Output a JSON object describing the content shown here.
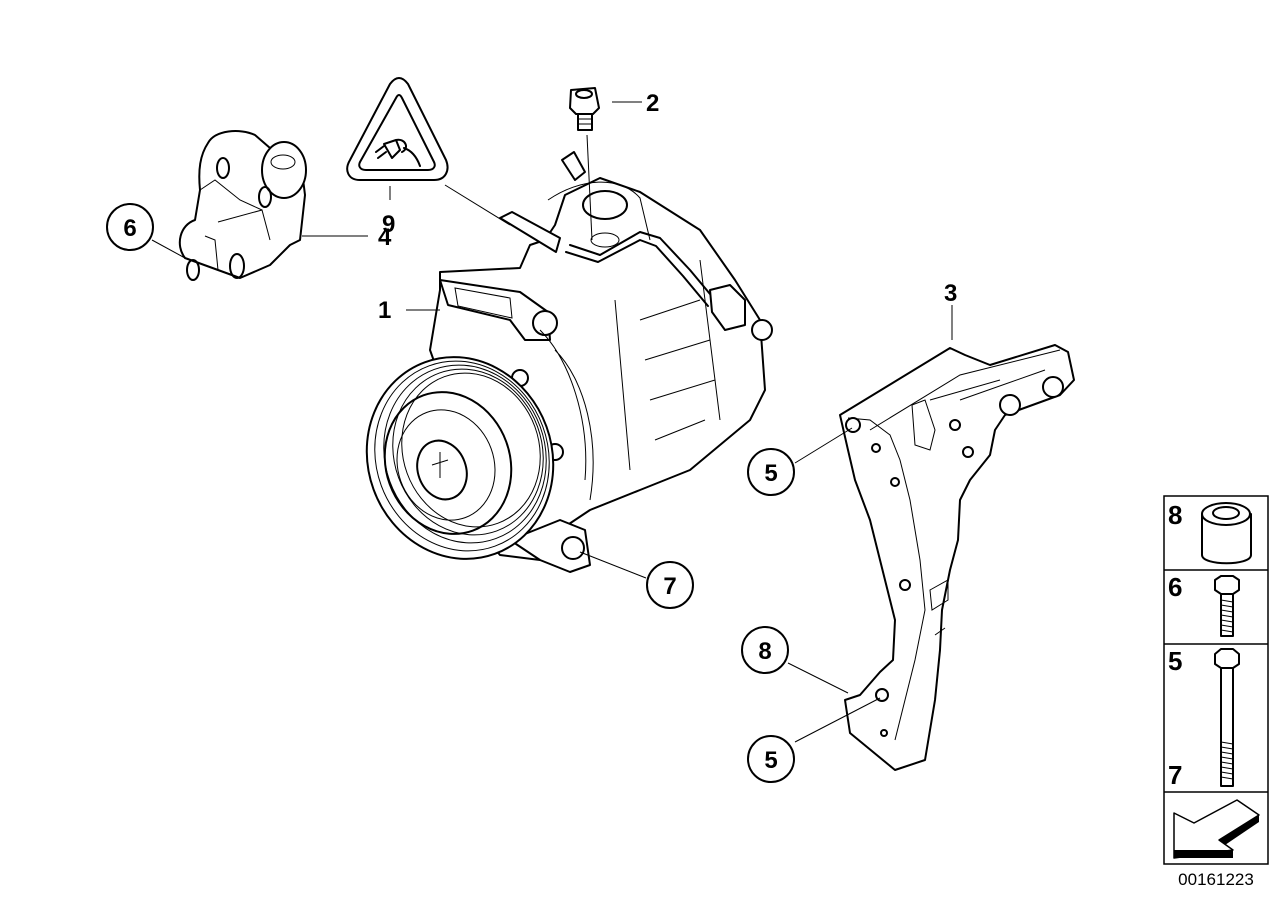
{
  "diagram": {
    "title": "A/C compressor with mounting parts",
    "drawing_number": "00161223",
    "callouts": [
      {
        "id": "c1",
        "label": "1",
        "style": "plain",
        "part": "compressor"
      },
      {
        "id": "c2",
        "label": "2",
        "style": "plain",
        "part": "valve-fitting"
      },
      {
        "id": "c3",
        "label": "3",
        "style": "plain",
        "part": "bracket"
      },
      {
        "id": "c4",
        "label": "4",
        "style": "plain",
        "part": "holder"
      },
      {
        "id": "c5a",
        "label": "5",
        "style": "circled",
        "part": "bracket-upper-hole"
      },
      {
        "id": "c5b",
        "label": "5",
        "style": "circled",
        "part": "bracket-lower-hole"
      },
      {
        "id": "c6",
        "label": "6",
        "style": "circled",
        "part": "holder-hole"
      },
      {
        "id": "c7",
        "label": "7",
        "style": "circled",
        "part": "compressor-lug"
      },
      {
        "id": "c8",
        "label": "8",
        "style": "circled",
        "part": "bracket-bushing"
      },
      {
        "id": "c9",
        "label": "9",
        "style": "plain",
        "part": "warning-label"
      }
    ],
    "legend": [
      {
        "label": "8",
        "part": "bushing"
      },
      {
        "label": "6",
        "part": "short-hex-bolt"
      },
      {
        "label": "5",
        "part": "long-hex-bolt"
      },
      {
        "label": "7",
        "part": "long-hex-bolt"
      }
    ],
    "legend_footer_icon": "direction-arrow-icon"
  }
}
